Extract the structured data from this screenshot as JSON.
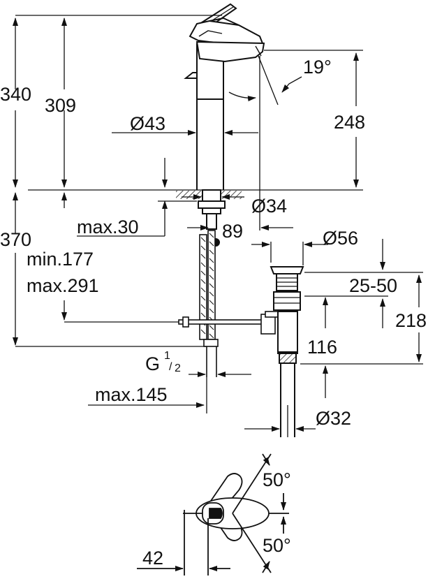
{
  "dimensions": {
    "overall_height": "340",
    "spout_height": "309",
    "angle_spout": "19°",
    "spout_outlet_height": "248",
    "body_diameter": "Ø43",
    "mount_hole": "Ø34",
    "deck_thickness": "max.30",
    "spout_reach": "89",
    "lower_height": "370",
    "hose_min": "min.177",
    "hose_max": "max.291",
    "waste_diameter": "Ø56",
    "waste_adjust": "25-50",
    "waste_height": "218",
    "waste_tail": "116",
    "connection_thread": "G",
    "thread_size_num": "1",
    "thread_size_den": "2",
    "connection_reach": "max.145",
    "waste_pipe": "Ø32",
    "lever_angle_top": "50°",
    "lever_angle_bottom": "50°",
    "lever_offset": "42"
  },
  "colors": {
    "line": "#111111",
    "background": "#ffffff"
  }
}
